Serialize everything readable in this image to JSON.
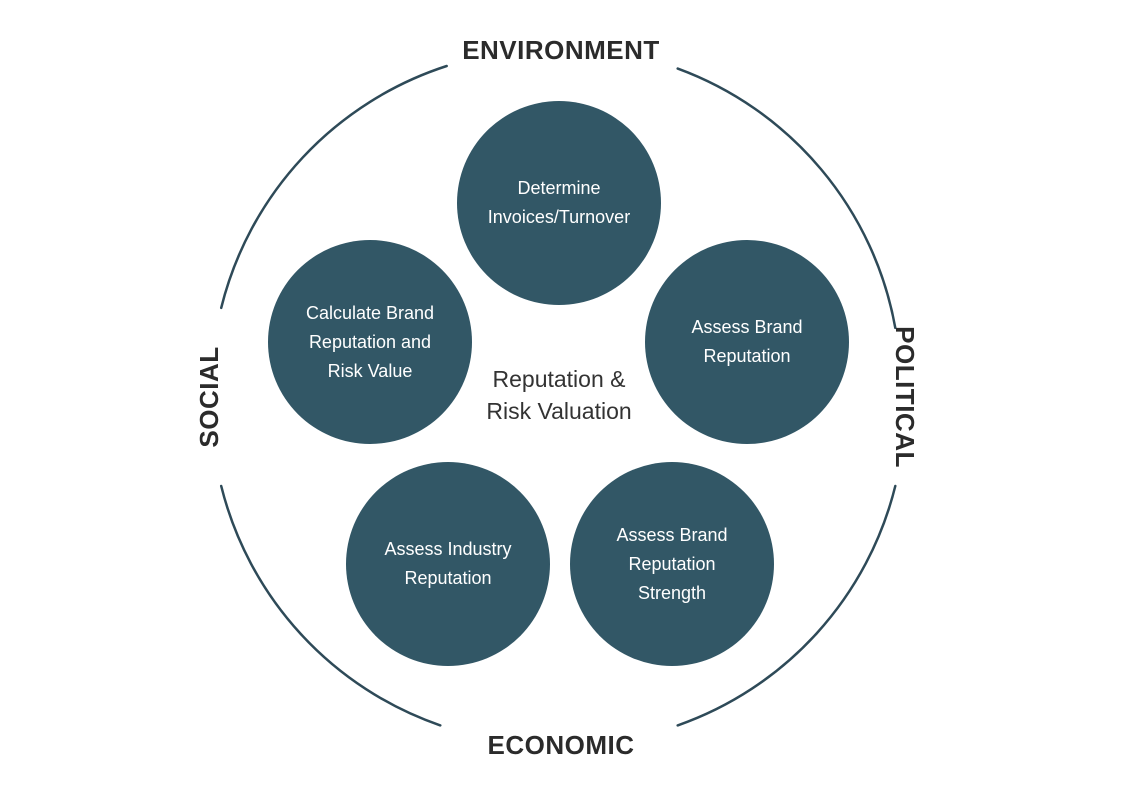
{
  "colors": {
    "node_fill": "#325766",
    "ring_stroke": "#2e4a58",
    "label_text": "#2b2b2b",
    "node_text": "#ffffff"
  },
  "outer_labels": {
    "top": "ENVIRONMENT",
    "right": "POLITICAL",
    "bottom": "ECONOMIC",
    "left": "SOCIAL"
  },
  "center": {
    "line1": "Reputation &",
    "line2": "Risk Valuation"
  },
  "nodes": {
    "top": [
      "Determine",
      "Invoices/Turnover"
    ],
    "right": [
      "Assess Brand",
      "Reputation"
    ],
    "bottom_right": [
      "Assess Brand",
      "Reputation",
      "Strength"
    ],
    "bottom_left": [
      "Assess Industry",
      "Reputation"
    ],
    "left": [
      "Calculate Brand",
      "Reputation and",
      "Risk Value"
    ]
  }
}
